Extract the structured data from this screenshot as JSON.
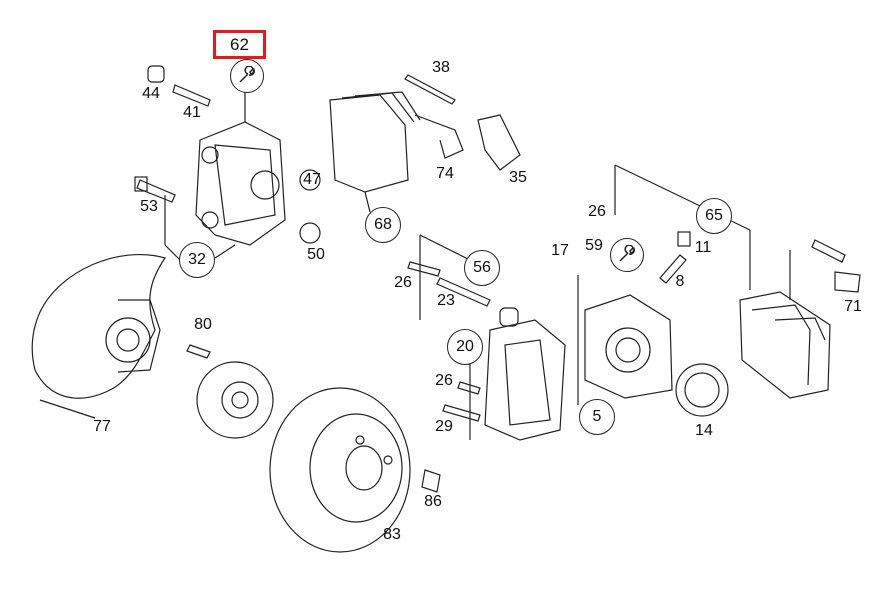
{
  "highlighted_part": "62",
  "labels": {
    "l38": "38",
    "l44": "44",
    "l41": "41",
    "l47": "47",
    "l50": "50",
    "l53": "53",
    "l74": "74",
    "l35": "35",
    "l26a": "26",
    "l11": "11",
    "l17": "17",
    "l59": "59",
    "l8": "8",
    "l26b": "26",
    "l23": "23",
    "l71": "71",
    "l80": "80",
    "l26c": "26",
    "l29": "29",
    "l14": "14",
    "l77": "77",
    "l86": "86",
    "l83": "83"
  },
  "callouts": {
    "c32": "32",
    "c68": "68",
    "c56": "56",
    "c65": "65",
    "c20": "20",
    "c5": "5"
  },
  "tool_icons": [
    "wrench-icon",
    "wrench-icon"
  ],
  "colors": {
    "highlight": "#e41b1b",
    "line": "#222222"
  }
}
